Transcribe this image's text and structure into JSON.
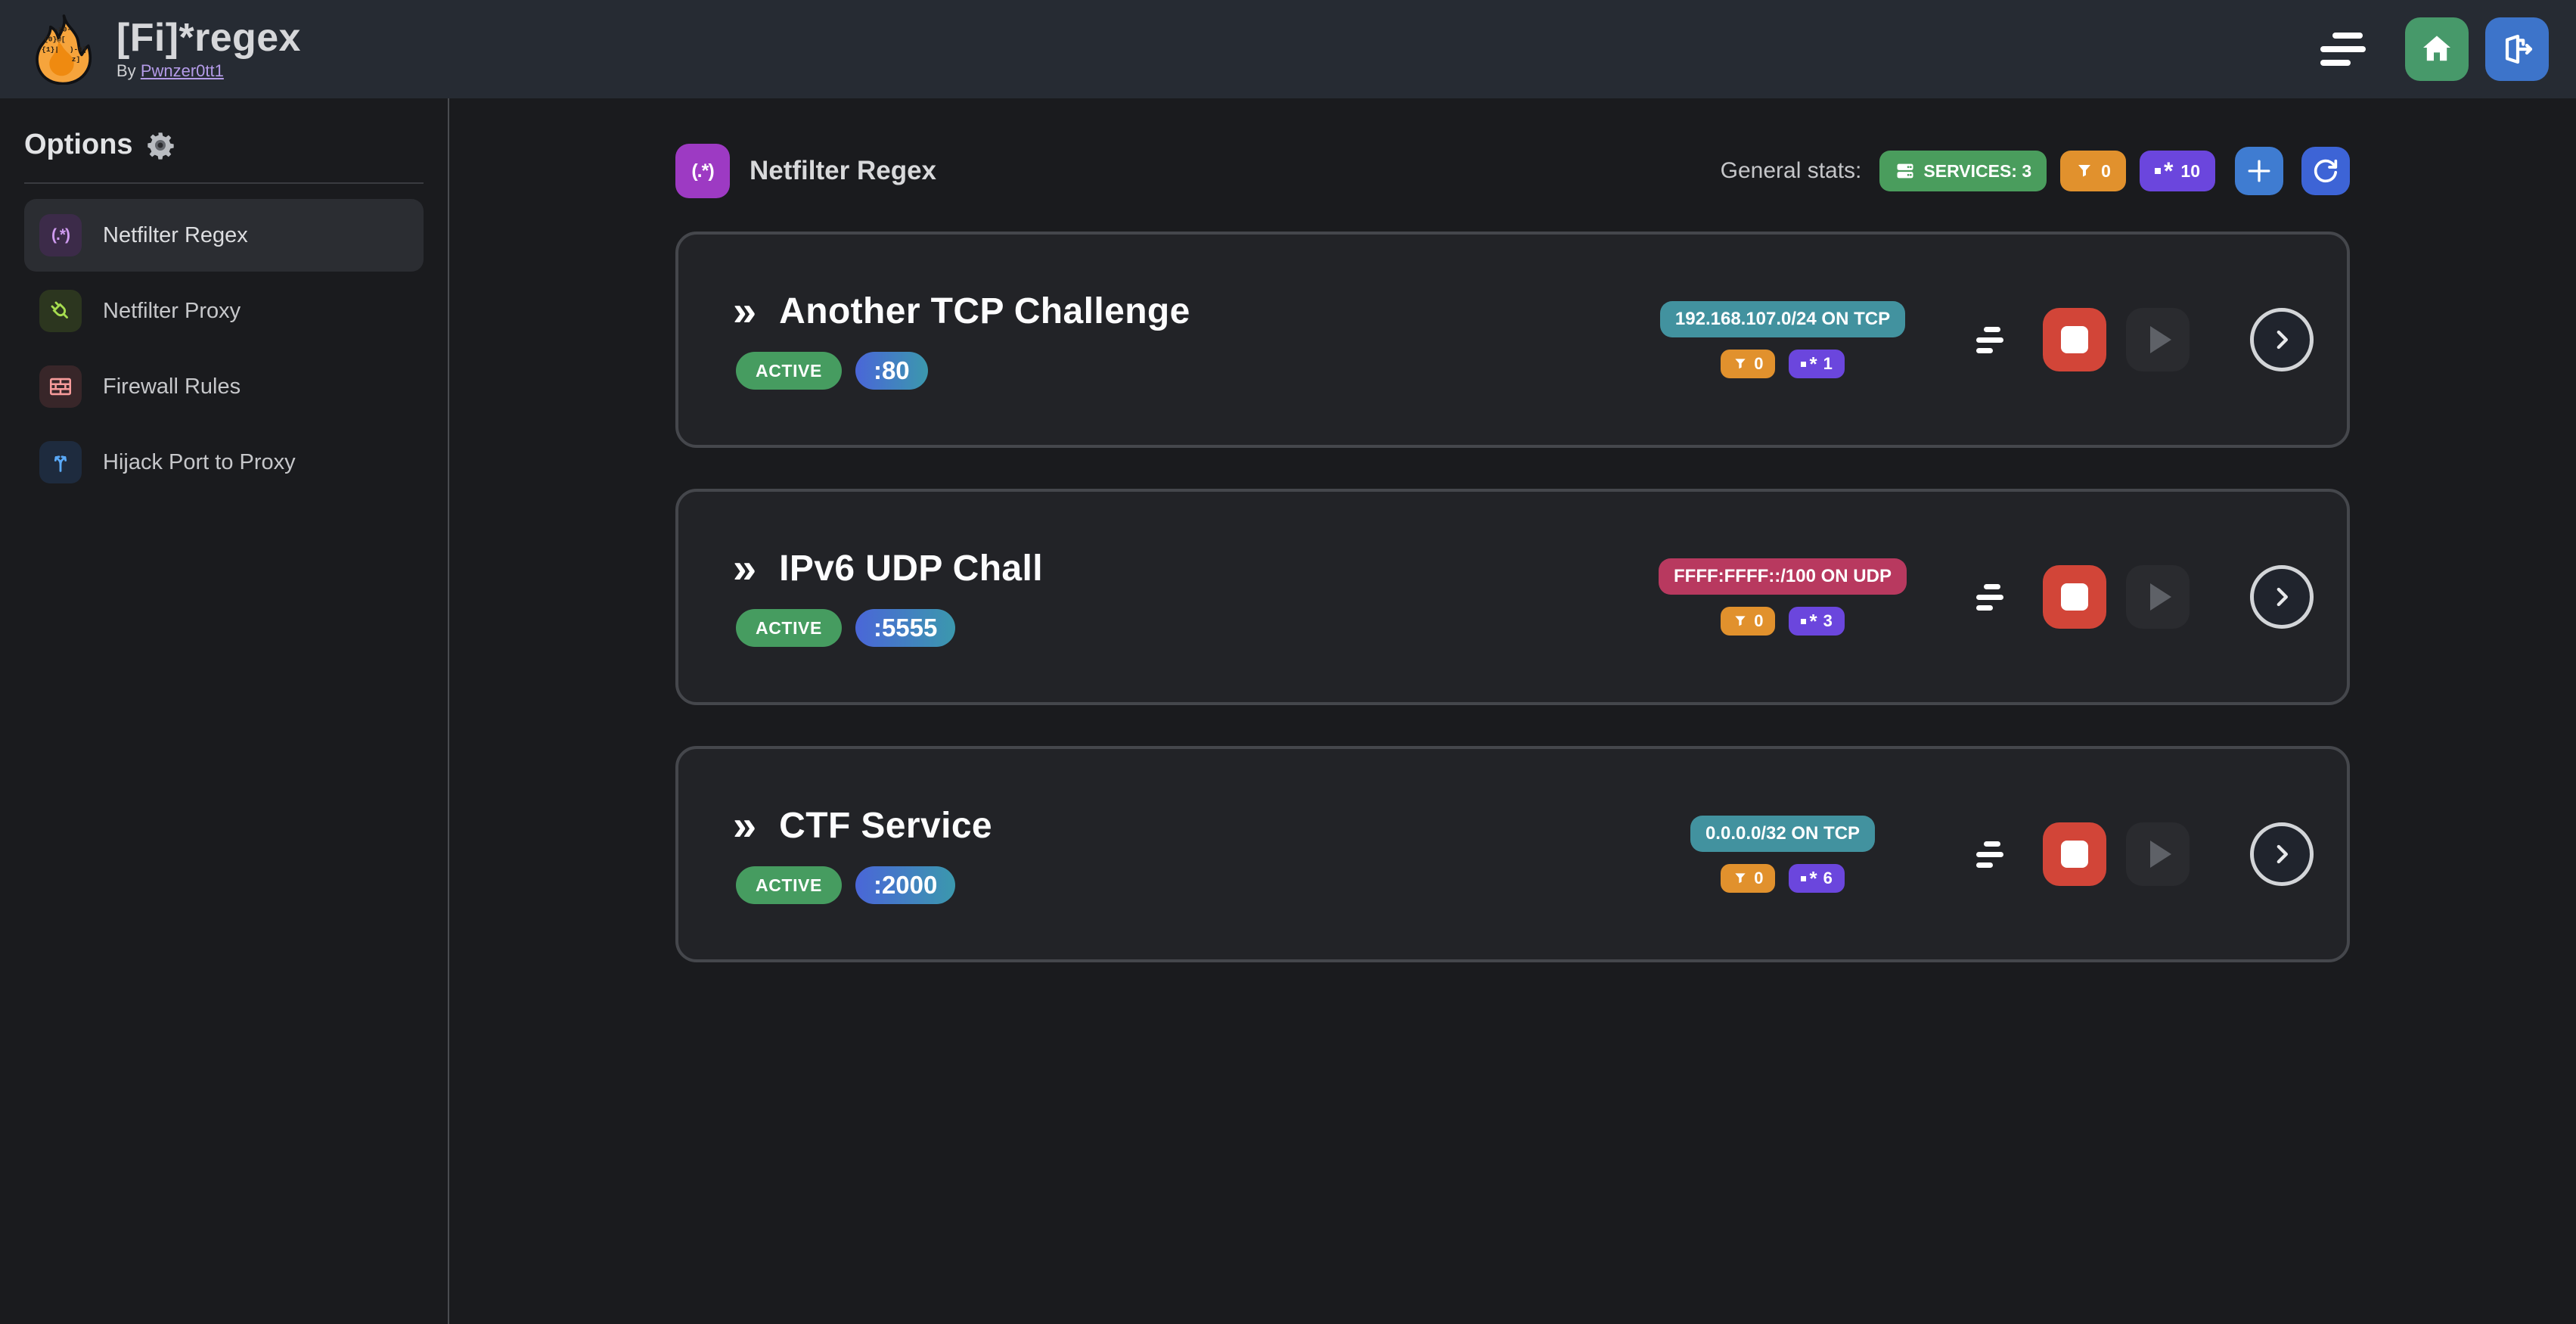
{
  "navbar": {
    "title": "[Fi]*regex",
    "byline_prefix": "By",
    "byline_link": "Pwnzer0tt1"
  },
  "sidebar": {
    "heading": "Options",
    "items": [
      {
        "glyph": "(.*)",
        "label": "Netfilter Regex"
      },
      {
        "label": "Netfilter Proxy"
      },
      {
        "label": "Firewall Rules"
      },
      {
        "label": "Hijack Port to Proxy"
      }
    ]
  },
  "main": {
    "section_glyph": "(.*)",
    "section_title": "Netfilter Regex",
    "stats_label": "General stats:",
    "stats": {
      "services": "SERVICES: 3",
      "filters": "0",
      "regexes": "10"
    }
  },
  "icons": {
    "chevrons": "»",
    "regex_asterisk": "*"
  },
  "services": [
    {
      "name": "Another TCP Challenge",
      "status": "ACTIVE",
      "port": ":80",
      "target": "192.168.107.0/24 ON TCP",
      "target_color": "teal",
      "filters": "0",
      "regexes": "1"
    },
    {
      "name": "IPv6 UDP Chall",
      "status": "ACTIVE",
      "port": ":5555",
      "target": "FFFF:FFFF::/100 ON UDP",
      "target_color": "pink",
      "filters": "0",
      "regexes": "3"
    },
    {
      "name": "CTF Service",
      "status": "ACTIVE",
      "port": ":2000",
      "target": "0.0.0.0/32 ON TCP",
      "target_color": "teal",
      "filters": "0",
      "regexes": "6"
    }
  ],
  "colors": {
    "navbar_bg": "#262b33",
    "page_bg": "#1a1b1e",
    "card_bg": "#222327",
    "card_border": "#45474c",
    "accent_purple": "#9d3ac3",
    "green": "#4a9d5d",
    "orange": "#e1912d",
    "violet": "#6b46dd",
    "teal": "#42929f",
    "pink": "#b8395f",
    "red": "#d24538",
    "home_green": "#47996a",
    "logout_blue": "#3d74ca",
    "plus_blue": "#3f7cd1",
    "refresh_blue": "#3d64d6",
    "link_purple": "#b49be8"
  }
}
